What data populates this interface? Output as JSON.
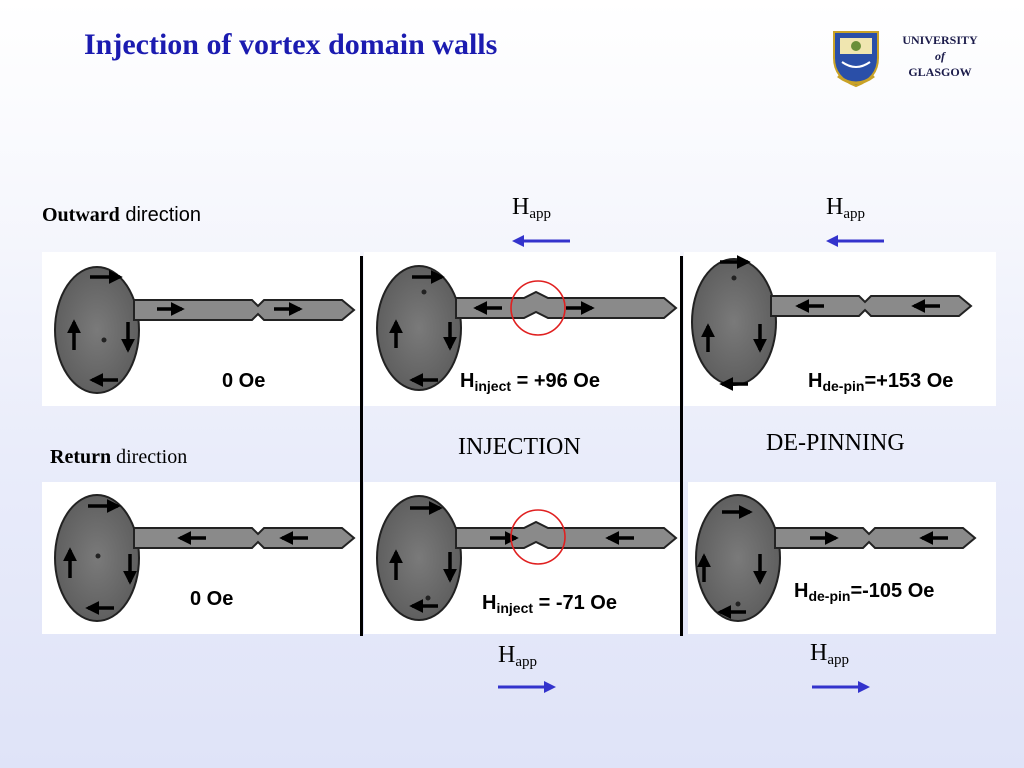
{
  "slide": {
    "title": "Injection of vortex domain walls",
    "university": {
      "line1": "UNIVERSITY",
      "line2": "of",
      "line3": "GLASGOW"
    },
    "outward_label_bold": "Outward",
    "outward_label_rest": " direction",
    "return_label_bold": "Return",
    "return_label_rest": " direction",
    "happ_main": "H",
    "happ_sub": "app",
    "injection_label": "INJECTION",
    "depinning_label": "DE-PINNING",
    "panels": {
      "top_left": {
        "label": "0 Oe"
      },
      "top_mid": {
        "h": "H",
        "sub": "inject",
        "value": " = +96 Oe"
      },
      "top_right": {
        "h": "H",
        "sub": "de-pin",
        "value": "=+153 Oe"
      },
      "bottom_left": {
        "label": "0 Oe"
      },
      "bottom_mid": {
        "h": "H",
        "sub": "inject",
        "value": " = -71 Oe"
      },
      "bottom_right": {
        "h": "H",
        "sub": "de-pin",
        "value": "=-105 Oe"
      }
    },
    "colors": {
      "title": "#1b1bb0",
      "field_arrow": "#3333cc",
      "highlight_circle": "#e02020"
    }
  }
}
